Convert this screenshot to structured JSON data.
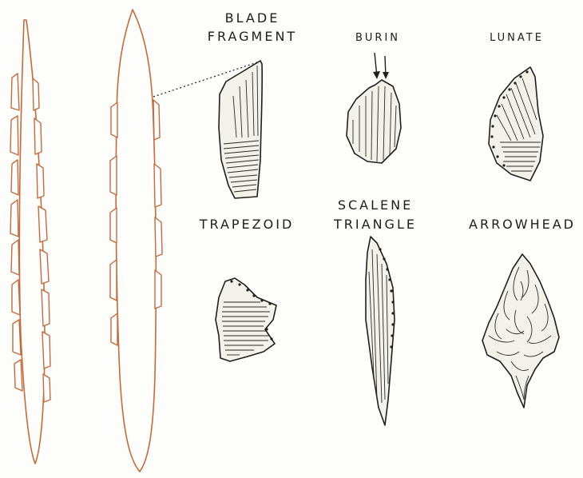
{
  "labels": {
    "blade_line1": "BLADE",
    "blade_line2": "FRAGMENT",
    "burin": "BURIN",
    "lunate": "LUNATE",
    "trapezoid": "TRAPEZOID",
    "scalene_line1": "SCALENE",
    "scalene_line2": "TRIANGLE",
    "arrowhead": "ARROWHEAD"
  },
  "colors": {
    "shaft_outline": "#c66a3a",
    "ink": "#1f1f1d",
    "paper": "#fdfdfb"
  }
}
